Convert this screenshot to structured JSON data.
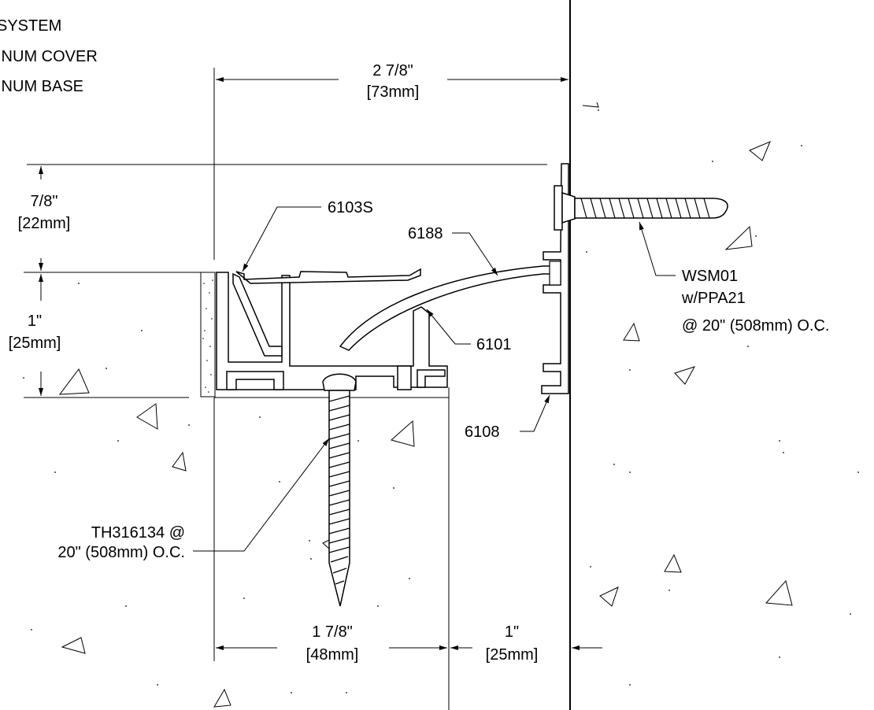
{
  "title_lines": [
    "SYSTEM",
    "INUM COVER",
    "INUM BASE"
  ],
  "dimensions": {
    "top_width": [
      "2 7/8\"",
      "[73mm]"
    ],
    "upper_height": [
      "7/8\"",
      "[22mm]"
    ],
    "lower_height": [
      "1\"",
      "[25mm]"
    ],
    "bottom_left": [
      "1 7/8\"",
      "[48mm]"
    ],
    "bottom_right": [
      "1\"",
      "[25mm]"
    ]
  },
  "parts": {
    "p6103s": "6103S",
    "p6188": "6188",
    "p6101": "6101",
    "p6108": "6108",
    "wall_anchor": [
      "WSM01",
      "w/PPA21",
      "@ 20\" (508mm) O.C."
    ],
    "floor_anchor": [
      "TH316134 @",
      "20\" (508mm) O.C."
    ]
  }
}
